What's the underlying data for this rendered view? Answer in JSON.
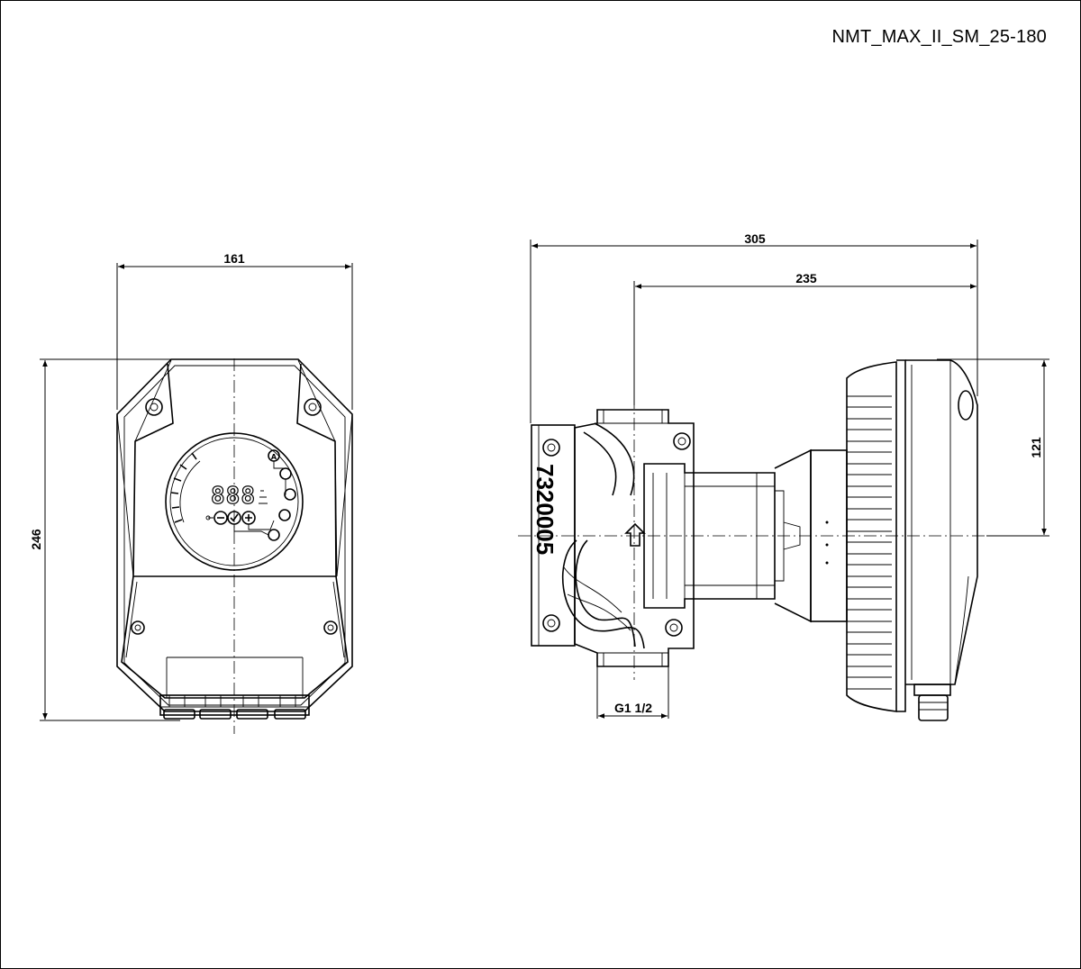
{
  "drawing": {
    "model_code": "NMT_MAX_II_SM_25-180",
    "front_view": {
      "width_dim": "161",
      "height_dim": "246",
      "display_digits": "888"
    },
    "side_view": {
      "total_length_dim": "305",
      "motor_length_dim": "235",
      "axis_height_dim": "121",
      "thread_dim": "G1 1/2",
      "body_marking": "7320005"
    }
  }
}
